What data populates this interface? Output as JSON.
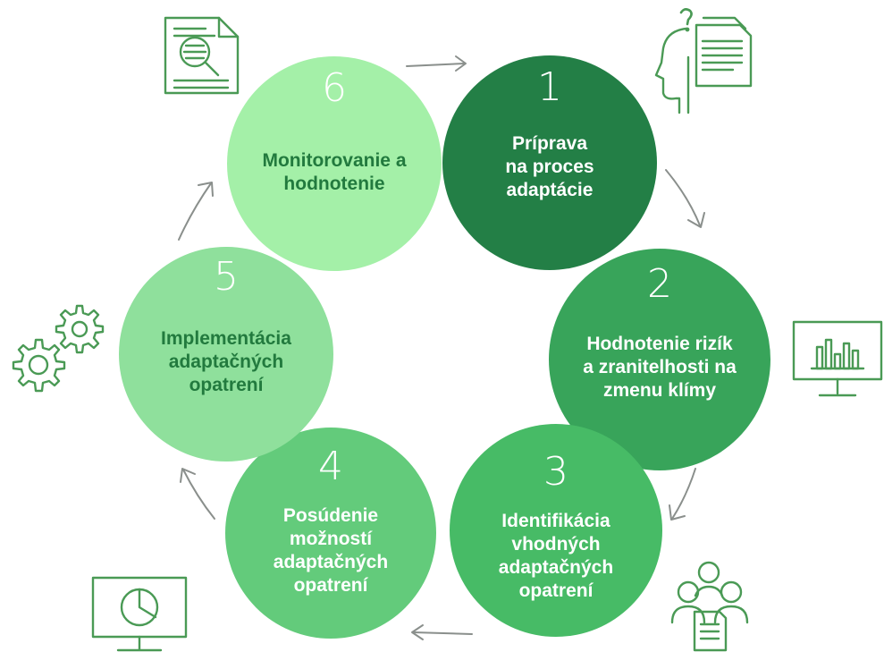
{
  "colors": {
    "step1": "#237f46",
    "step2": "#38a45a",
    "step3": "#47bb66",
    "step4": "#63cb7b",
    "step5": "#8fe09c",
    "step6": "#a4f0a8",
    "text_dark": "#227a3e",
    "text_light": "#ffffff",
    "arrow": "#8a8f8c",
    "icon": "#4a9a55"
  },
  "steps": [
    {
      "number": "1",
      "lines": [
        "Príprava",
        "na proces",
        "adaptácie"
      ]
    },
    {
      "number": "2",
      "lines": [
        "Hodnotenie rizík",
        "a zranitelhosti na",
        "zmenu klímy"
      ]
    },
    {
      "number": "3",
      "lines": [
        "Identifikácia",
        "vhodných",
        "adaptačných",
        "opatrení"
      ]
    },
    {
      "number": "4",
      "lines": [
        "Posúdenie",
        "možností",
        "adaptačných",
        "opatrení"
      ]
    },
    {
      "number": "5",
      "lines": [
        "Implementácia",
        "adaptačných",
        "opatrení"
      ]
    },
    {
      "number": "6",
      "lines": [
        "Monitorovanie a",
        "hodnotenie"
      ]
    }
  ],
  "icons": {
    "step1": "head-question-documents-icon",
    "step2": "monitor-bar-chart-icon",
    "step3": "people-document-icon",
    "step4": "monitor-pie-chart-icon",
    "step5": "gears-icon",
    "step6": "document-magnifier-icon"
  }
}
